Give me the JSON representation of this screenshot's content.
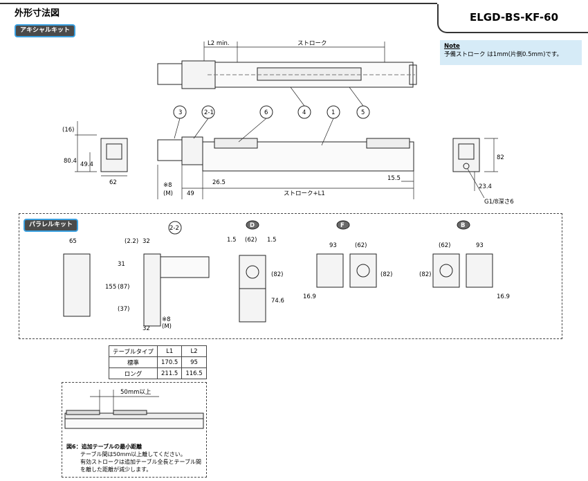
{
  "header": {
    "title": "外形寸法図",
    "model": "ELGD-BS-KF-60",
    "axial_label": "アキシャルキット",
    "parallel_label": "パラレルキット"
  },
  "note": {
    "heading": "Note",
    "text": "予備ストローク は1mm(片側0.5mm)です。"
  },
  "dims": {
    "l2min": "L2 min.",
    "stroke": "ストローク",
    "stroke_l1": "ストローク+L1",
    "d16": "(16)",
    "d804": "80.4",
    "d494": "49.4",
    "d62": "62",
    "d8m": "※8",
    "dm": "(M)",
    "d49": "49",
    "d265": "26.5",
    "d155": "15.5",
    "d82": "82",
    "d234": "23.4",
    "g18": "G1/8深さ6",
    "c3": "3",
    "c21": "2-1",
    "c6": "6",
    "c4": "4",
    "c1": "1",
    "c5": "5",
    "c22": "2-2",
    "p65": "65",
    "p22": "(2.2)",
    "p32a": "32",
    "p31": "31",
    "p155": "155",
    "p87": "(87)",
    "p37": "(37)",
    "p32b": "32",
    "p8m": "※8",
    "pm": "(M)",
    "vD": "D",
    "vF": "F",
    "vB": "B",
    "d15a": "1.5",
    "d62p": "(62)",
    "d15b": "1.5",
    "d82p": "(82)",
    "d746": "74.6",
    "f93": "93",
    "f62": "(62)",
    "f82": "(82)",
    "f169": "16.9",
    "b62": "(62)",
    "b93": "93",
    "b82": "(82)",
    "b169": "16.9"
  },
  "table": {
    "headers": [
      "テーブルタイプ",
      "L1",
      "L2"
    ],
    "rows": [
      [
        "標準",
        "170.5",
        "95"
      ],
      [
        "ロング",
        "211.5",
        "116.5"
      ]
    ]
  },
  "fig6": {
    "gap_label": "50mm以上",
    "caption_title": "図6：追加テーブルの最小距離",
    "caption_lines": [
      "テーブル間は50mm以上離してください。",
      "有効ストロークは追加テーブル全長とテーブル間",
      "を離した距離が減少します。"
    ]
  }
}
